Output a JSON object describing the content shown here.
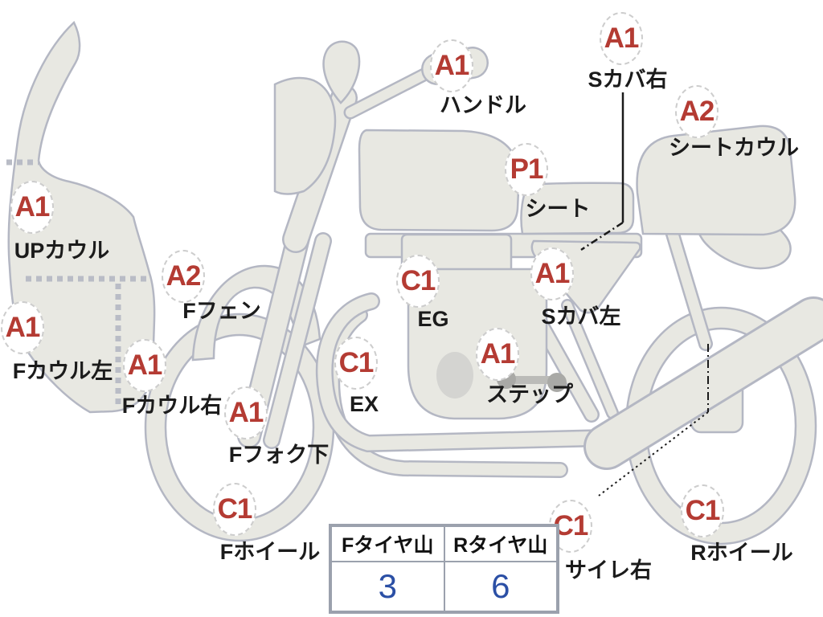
{
  "diagram": {
    "title": "motorcycle-condition-diagram",
    "parts": [
      {
        "id": "handlebar",
        "grade": "A1",
        "name": "ハンドル"
      },
      {
        "id": "side-cover-right",
        "grade": "A1",
        "name": "Sカバ右"
      },
      {
        "id": "seat-cowl",
        "grade": "A2",
        "name": "シートカウル"
      },
      {
        "id": "seat",
        "grade": "P1",
        "name": "シート"
      },
      {
        "id": "upper-cowl",
        "grade": "A1",
        "name": "UPカウル"
      },
      {
        "id": "front-fender",
        "grade": "A2",
        "name": "Fフェン"
      },
      {
        "id": "front-cowl-left",
        "grade": "A1",
        "name": "Fカウル左"
      },
      {
        "id": "front-cowl-right",
        "grade": "A1",
        "name": "Fカウル右"
      },
      {
        "id": "engine",
        "grade": "C1",
        "name": "EG"
      },
      {
        "id": "side-cover-left",
        "grade": "A1",
        "name": "Sカバ左"
      },
      {
        "id": "exhaust",
        "grade": "C1",
        "name": "EX"
      },
      {
        "id": "step",
        "grade": "A1",
        "name": "ステップ"
      },
      {
        "id": "front-fork-lower",
        "grade": "A1",
        "name": "Fフォク下"
      },
      {
        "id": "front-wheel",
        "grade": "C1",
        "name": "Fホイール"
      },
      {
        "id": "silencer-right",
        "grade": "C1",
        "name": "サイレ右"
      },
      {
        "id": "rear-wheel",
        "grade": "C1",
        "name": "Rホイール"
      }
    ],
    "tire_table": {
      "headers": [
        "Fタイヤ山",
        "Rタイヤ山"
      ],
      "values": [
        "3",
        "6"
      ]
    },
    "colors": {
      "grade_red": "#b43b33",
      "tread_blue": "#2b4fa5",
      "body_fill": "#e8e8e2",
      "body_stroke": "#b4b7c3",
      "table_border": "#9ba1ad"
    }
  }
}
